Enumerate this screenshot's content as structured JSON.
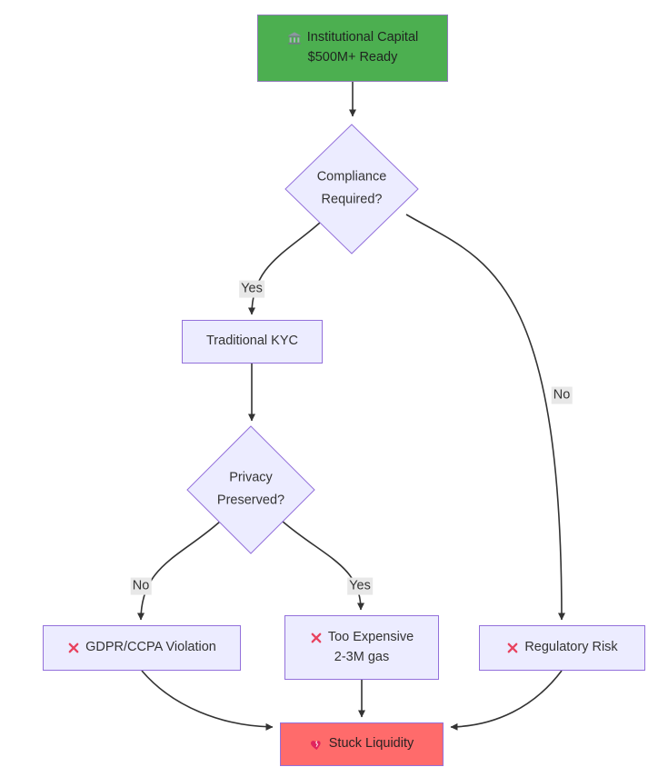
{
  "diagram": {
    "title": "institutional capital compliance flowchart",
    "nodes": {
      "institutional_capital": {
        "icon": "bank-icon",
        "line1": "Institutional Capital",
        "line2": "$500M+ Ready"
      },
      "compliance": {
        "line1": "Compliance",
        "line2": "Required?"
      },
      "traditional_kyc": {
        "label": "Traditional KYC"
      },
      "privacy": {
        "line1": "Privacy",
        "line2": "Preserved?"
      },
      "gdpr_violation": {
        "icon": "cross-icon",
        "label": "GDPR/CCPA Violation"
      },
      "too_expensive": {
        "icon": "cross-icon",
        "line1": "Too Expensive",
        "line2": "2-3M gas"
      },
      "regulatory_risk": {
        "icon": "cross-icon",
        "label": "Regulatory Risk"
      },
      "stuck_liquidity": {
        "icon": "broken-heart-icon",
        "label": "Stuck Liquidity"
      }
    },
    "edge_labels": {
      "compliance_yes": "Yes",
      "compliance_no": "No",
      "privacy_no": "No",
      "privacy_yes": "Yes"
    },
    "icons": {
      "bank-icon": "🏦",
      "cross-icon": "❌",
      "broken-heart-icon": "💔"
    },
    "colors": {
      "node_fill": "#ECECFF",
      "node_border": "#9370DB",
      "start_fill": "#4CAF50",
      "fail_fill": "#FF6B6B",
      "edge": "#333333",
      "edge_label_bg": "#e8e8e8",
      "text": "#333333",
      "cross": "#E8435F",
      "heart": "#E0245E"
    }
  }
}
